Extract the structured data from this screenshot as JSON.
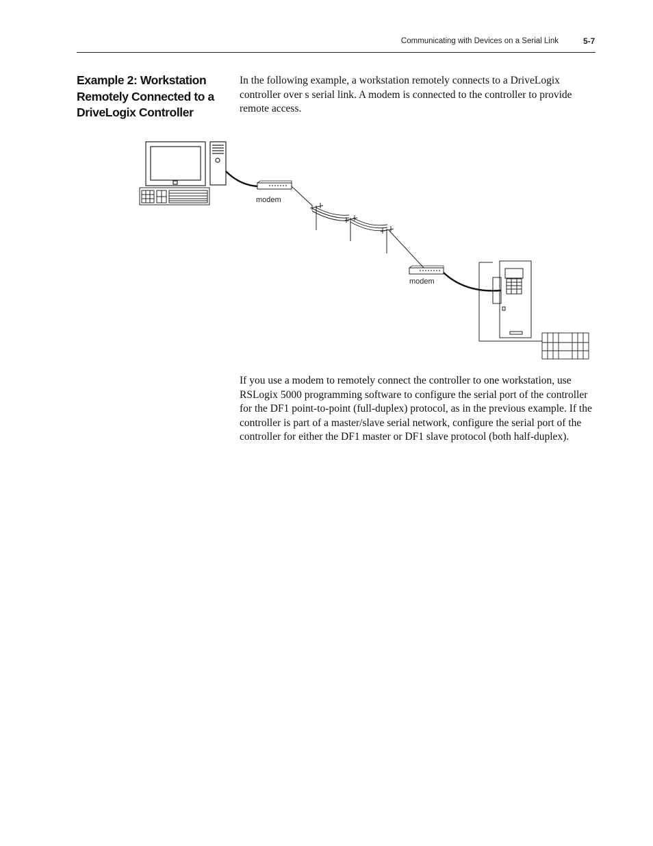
{
  "header": {
    "running_title": "Communicating with Devices on a Serial Link",
    "page_number": "5-7"
  },
  "section": {
    "title": "Example 2: Workstation Remotely Connected to a DriveLogix Controller",
    "intro": "In the following example, a workstation remotely connects to a DriveLogix controller over s serial link. A modem is connected to the controller to provide remote access.",
    "paragraph": "If you use a modem to remotely connect the controller to one workstation, use RSLogix 5000 programming software to configure the serial port of the controller for the DF1 point-to-point (full-duplex) protocol, as in the previous example. If the controller is part of a master/slave serial network, configure the serial port of the controller for either the DF1 master or DF1 slave protocol (both half-duplex)."
  },
  "figure": {
    "modem_label_1": "modem",
    "modem_label_2": "modem"
  }
}
